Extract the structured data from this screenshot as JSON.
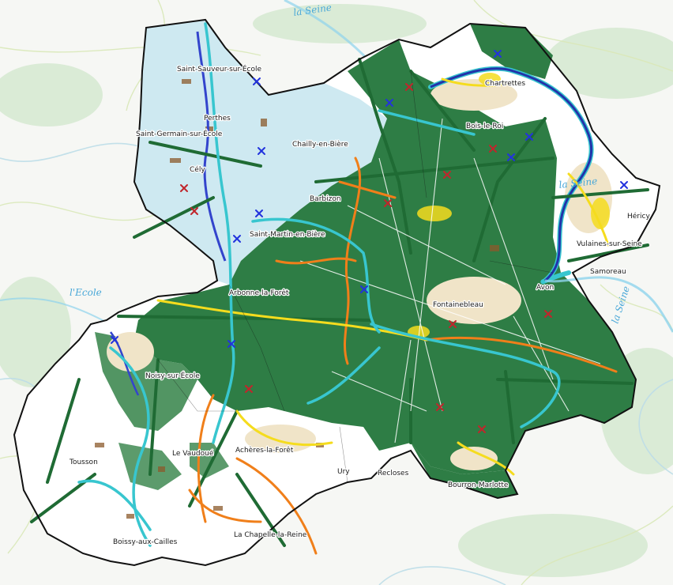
{
  "map": {
    "towns": [
      {
        "id": "saint-sauveur-sur-ecole",
        "name": "Saint-Sauveur-sur-École"
      },
      {
        "id": "perthes",
        "name": "Perthes"
      },
      {
        "id": "saint-germain-sur-ecole",
        "name": "Saint-Germain-sur-École"
      },
      {
        "id": "cely",
        "name": "Cély"
      },
      {
        "id": "chailly-en-biere",
        "name": "Chailly-en-Bière"
      },
      {
        "id": "barbizon",
        "name": "Barbizon"
      },
      {
        "id": "saint-martin-en-biere",
        "name": "Saint-Martin-en-Bière"
      },
      {
        "id": "arbonne-la-foret",
        "name": "Arbonne-la-Forêt"
      },
      {
        "id": "chartrettes",
        "name": "Chartrettes"
      },
      {
        "id": "bois-le-roi",
        "name": "Bois-le-Roi"
      },
      {
        "id": "hericy",
        "name": "Héricy"
      },
      {
        "id": "vulaines-sur-seine",
        "name": "Vulaines-sur-Seine"
      },
      {
        "id": "samoreau",
        "name": "Samoreau"
      },
      {
        "id": "avon",
        "name": "Avon"
      },
      {
        "id": "fontainebleau",
        "name": "Fontainebleau"
      },
      {
        "id": "noisy-sur-ecole",
        "name": "Noisy-sur-École"
      },
      {
        "id": "tousson",
        "name": "Tousson"
      },
      {
        "id": "le-vaudoue",
        "name": "Le Vaudoué"
      },
      {
        "id": "acheres-la-foret",
        "name": "Achères-la-Forêt"
      },
      {
        "id": "ury",
        "name": "Ury"
      },
      {
        "id": "recloses",
        "name": "Recloses"
      },
      {
        "id": "bourron-marlotte",
        "name": "Bourron-Marlotte"
      },
      {
        "id": "boissy-aux-cailles",
        "name": "Boissy-aux-Cailles"
      },
      {
        "id": "la-chapelle-la-reine",
        "name": "La Chapelle-la-Reine"
      }
    ],
    "rivers": [
      {
        "id": "seine-north",
        "name": "la Seine"
      },
      {
        "id": "seine-east",
        "name": "la Seine"
      },
      {
        "id": "seine-south",
        "name": "la Seine"
      },
      {
        "id": "ecole",
        "name": "l'Ecole"
      }
    ],
    "colors": {
      "forest": "#2e7d45",
      "forest_dark": "#1f6b34",
      "plain": "#c9e7ef",
      "blue_corridor": "#38c6cf",
      "orange_corridor": "#f07f1a",
      "yellow_corridor": "#f5dc1e",
      "seine": "#2233aa",
      "background": "#f6f7f4",
      "boundary": "#111111",
      "crossing_blue": "#2233dd",
      "crossing_red": "#c0262c"
    }
  }
}
